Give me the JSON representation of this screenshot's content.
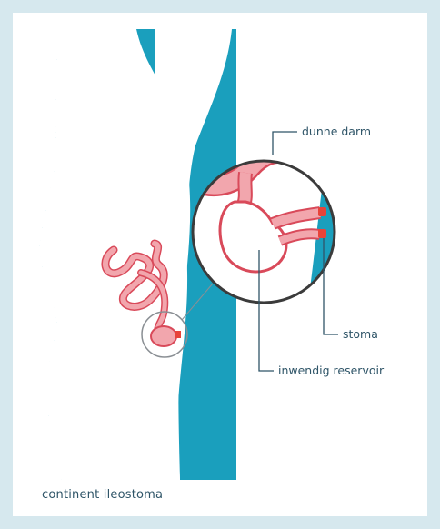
{
  "labels": {
    "small_intestine": "dunne darm",
    "stoma": "stoma",
    "internal_reservoir": "inwendig reservoir"
  },
  "caption": "continent ileostoma",
  "colors": {
    "frame_background": "#d6e8ee",
    "body_background": "#1a9fbd",
    "body_silhouette": "#ffffff",
    "intestine": "#f2a6ad",
    "intestine_outline": "#d94a5a",
    "stoma_marker": "#e8433a",
    "label_text": "#2f5568"
  }
}
